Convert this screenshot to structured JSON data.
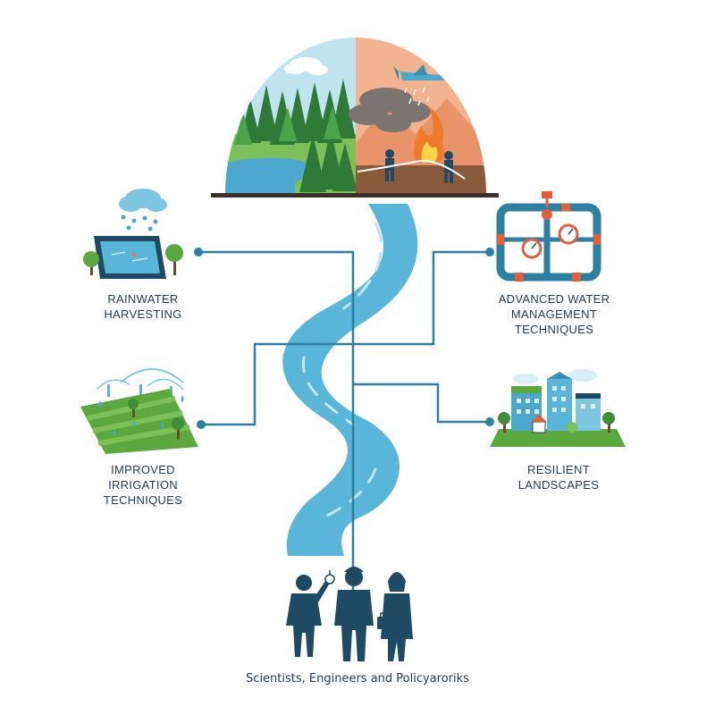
{
  "nodes": {
    "rainwater": {
      "line1": "RAINWATER",
      "line2": "HARVESTING"
    },
    "advanced": {
      "line1": "ADVANCED WATER",
      "line2": "MANAGEMENT",
      "line3": "TECHNIQUES"
    },
    "irrigation": {
      "line1": "IMPROVED",
      "line2": "IRRIGATION",
      "line3": "TECHNIQUES"
    },
    "landscapes": {
      "line1": "RESILIENT",
      "line2": "LANDSCAPES"
    }
  },
  "caption": "Scientists, Engineers and Policyaroriks",
  "colors": {
    "river": "#5ab6d8",
    "connector": "#2d7fa3",
    "text": "#1f3b52",
    "silhouette": "#1f4a63",
    "fire": "#f07a2a",
    "forest": "#3f8c3a"
  },
  "icons": [
    "forest-scene",
    "wildfire-scene",
    "rain-cloud-icon",
    "harvest-tank-icon",
    "pipe-valve-icon",
    "sprinkler-field-icon",
    "city-green-icon",
    "people-silhouettes"
  ]
}
